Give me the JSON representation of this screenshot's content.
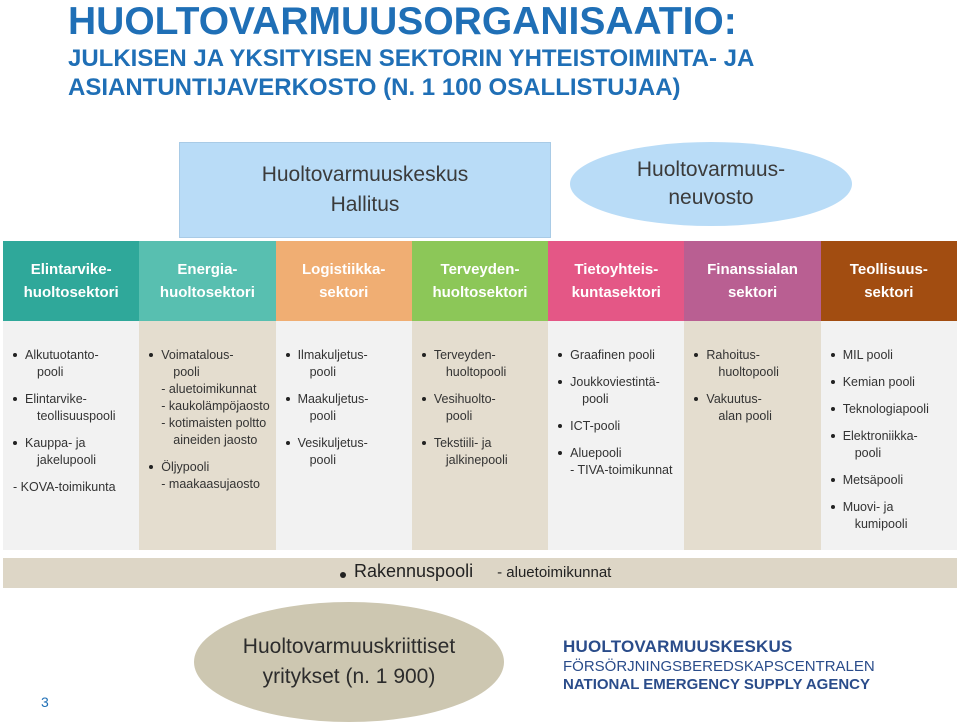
{
  "title": {
    "main": "HUOLTOVARMUUSORGANISAATIO:",
    "sub_line1": "JULKISEN JA YKSITYISEN SEKTORIN YHTEISTOIMINTA- JA",
    "sub_line2": "ASIANTUNTIJAVERKOSTO (N. 1 100 OSALLISTUJAA)"
  },
  "top_boxes": {
    "hallitus": [
      "Huoltovarmuuskeskus",
      "Hallitus"
    ],
    "neuvosto": [
      "Huoltovarmuus-",
      "neuvosto"
    ]
  },
  "sectors": [
    {
      "lines": [
        "Elintarvike-",
        "huoltosektori"
      ],
      "color": "#2fa89a"
    },
    {
      "lines": [
        "Energia-",
        "huoltosektori"
      ],
      "color": "#58bfb0"
    },
    {
      "lines": [
        "Logistiikka-",
        "sektori"
      ],
      "color": "#f0ae73"
    },
    {
      "lines": [
        "Terveyden-",
        "huoltosektori"
      ],
      "color": "#8cc758"
    },
    {
      "lines": [
        "Tietoyhteis-",
        "kuntasektori"
      ],
      "color": "#e45786"
    },
    {
      "lines": [
        "Finanssialan",
        "sektori"
      ],
      "color": "#b95f92"
    },
    {
      "lines": [
        "Teollisuus-",
        "sektori"
      ],
      "color": "#a24d11"
    }
  ],
  "pools": [
    [
      {
        "type": "bullet",
        "lines": [
          "Alkutuotanto-",
          "pooli"
        ]
      },
      {
        "type": "bullet",
        "lines": [
          "Elintarvike-",
          "teollisuuspooli"
        ]
      },
      {
        "type": "bullet",
        "lines": [
          "Kauppa- ja",
          "jakelupooli"
        ]
      },
      {
        "type": "plain",
        "lines": [
          "- KOVA-toimikunta"
        ]
      }
    ],
    [
      {
        "type": "bullet",
        "lines": [
          "Voimatalous-",
          "pooli",
          "- aluetoimikunnat",
          "- kaukolämpöjaosto",
          "- kotimaisten poltto",
          "aineiden jaosto"
        ]
      },
      {
        "type": "bullet",
        "lines": [
          "Öljypooli",
          "- maakaasujaosto"
        ]
      }
    ],
    [
      {
        "type": "bullet",
        "lines": [
          "Ilmakuljetus-",
          "pooli"
        ]
      },
      {
        "type": "bullet",
        "lines": [
          "Maakuljetus-",
          "pooli"
        ]
      },
      {
        "type": "bullet",
        "lines": [
          "Vesikuljetus-",
          "pooli"
        ]
      }
    ],
    [
      {
        "type": "bullet",
        "lines": [
          "Terveyden-",
          "huoltopooli"
        ]
      },
      {
        "type": "bullet",
        "lines": [
          "Vesihuolto-",
          "pooli"
        ]
      },
      {
        "type": "bullet",
        "lines": [
          "Tekstiili- ja",
          "jalkinepooli"
        ]
      }
    ],
    [
      {
        "type": "bullet",
        "lines": [
          "Graafinen pooli"
        ]
      },
      {
        "type": "bullet",
        "lines": [
          "Joukkoviestintä-",
          "pooli"
        ]
      },
      {
        "type": "bullet",
        "lines": [
          "ICT-pooli"
        ]
      },
      {
        "type": "bullet",
        "lines": [
          "Aluepooli",
          "- TIVA-toimikunnat"
        ]
      }
    ],
    [
      {
        "type": "bullet",
        "lines": [
          "Rahoitus-",
          "huoltopooli"
        ]
      },
      {
        "type": "bullet",
        "lines": [
          "Vakuutus-",
          "alan pooli"
        ]
      }
    ],
    [
      {
        "type": "bullet",
        "lines": [
          "MIL pooli"
        ]
      },
      {
        "type": "bullet",
        "lines": [
          "Kemian pooli"
        ]
      },
      {
        "type": "bullet",
        "lines": [
          "Teknologiapooli"
        ]
      },
      {
        "type": "bullet",
        "lines": [
          "Elektroniikka-",
          "pooli"
        ]
      },
      {
        "type": "bullet",
        "lines": [
          "Metsäpooli"
        ]
      },
      {
        "type": "bullet",
        "lines": [
          "Muovi- ja",
          "kumipooli"
        ]
      }
    ]
  ],
  "rakennus": {
    "label": "Rakennuspooli",
    "suffix": "- aluetoimikunnat"
  },
  "kriittiset": [
    "Huoltovarmuuskriittiset",
    "yritykset (n. 1 900)"
  ],
  "page_number": "3",
  "logo": {
    "line1": "HUOLTOVARMUUSKESKUS",
    "line2": "FÖRSÖRJNINGSBEREDSKAPSCENTRALEN",
    "line3": "NATIONAL EMERGENCY SUPPLY AGENCY"
  }
}
